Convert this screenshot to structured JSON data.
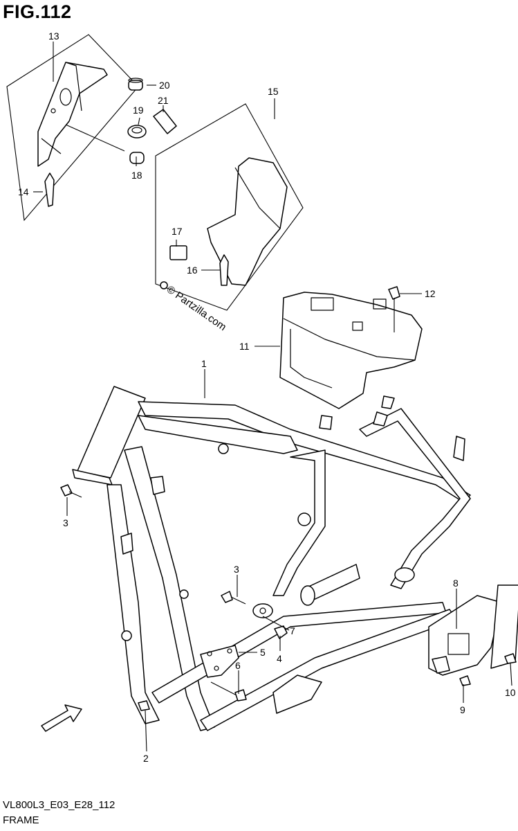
{
  "figure": {
    "title": "FIG.112",
    "code": "VL800L3_E03_E28_112",
    "name": "FRAME",
    "watermark": "© Partzilla.com"
  },
  "callouts": [
    "1",
    "2",
    "3",
    "3",
    "4",
    "5",
    "6",
    "7",
    "8",
    "9",
    "10",
    "11",
    "12",
    "13",
    "14",
    "15",
    "16",
    "17",
    "18",
    "19",
    "20",
    "21"
  ]
}
